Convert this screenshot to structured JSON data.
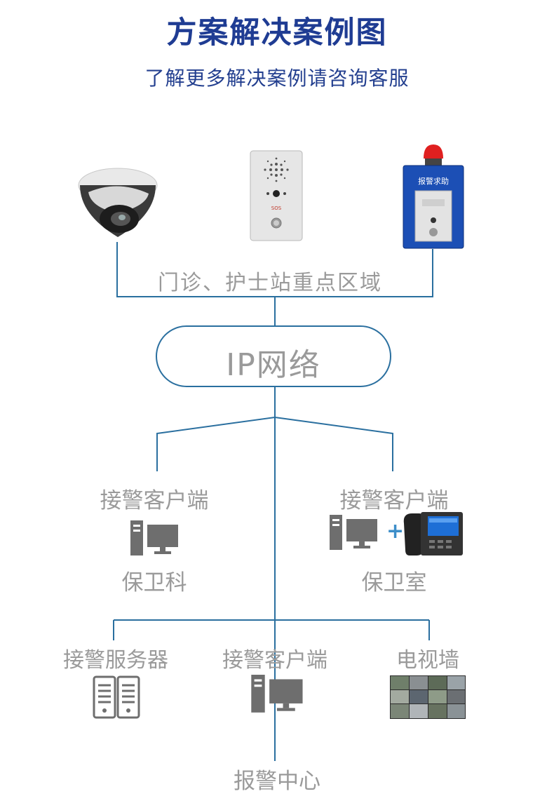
{
  "header": {
    "title": "方案解决案例图",
    "subtitle": "了解更多解决案例请咨询客服"
  },
  "devices": {
    "alarm_box_label": "报警求助",
    "intercom_panel_text": "SOS"
  },
  "diagram": {
    "zone_label": "门诊、护士站重点区域",
    "network_label": "IP网络",
    "client_left": "接警客户端",
    "security_office": "保卫科",
    "client_right": "接警客户端",
    "security_room": "保卫室",
    "plus_sign": "+",
    "server_label": "接警服务器",
    "client_center": "接警客户端",
    "video_wall": "电视墙",
    "alarm_center": "报警中心"
  },
  "colors": {
    "title": "#1f3c93",
    "line": "#2a6f9f",
    "label": "#9a9a9a",
    "alarm_box": "#1c4fb5",
    "beacon": "#e02020"
  },
  "icons": [
    "dome-camera-icon",
    "intercom-panel-icon",
    "alarm-box-icon",
    "computer-icon",
    "ip-phone-icon",
    "server-icon",
    "video-wall-icon"
  ]
}
